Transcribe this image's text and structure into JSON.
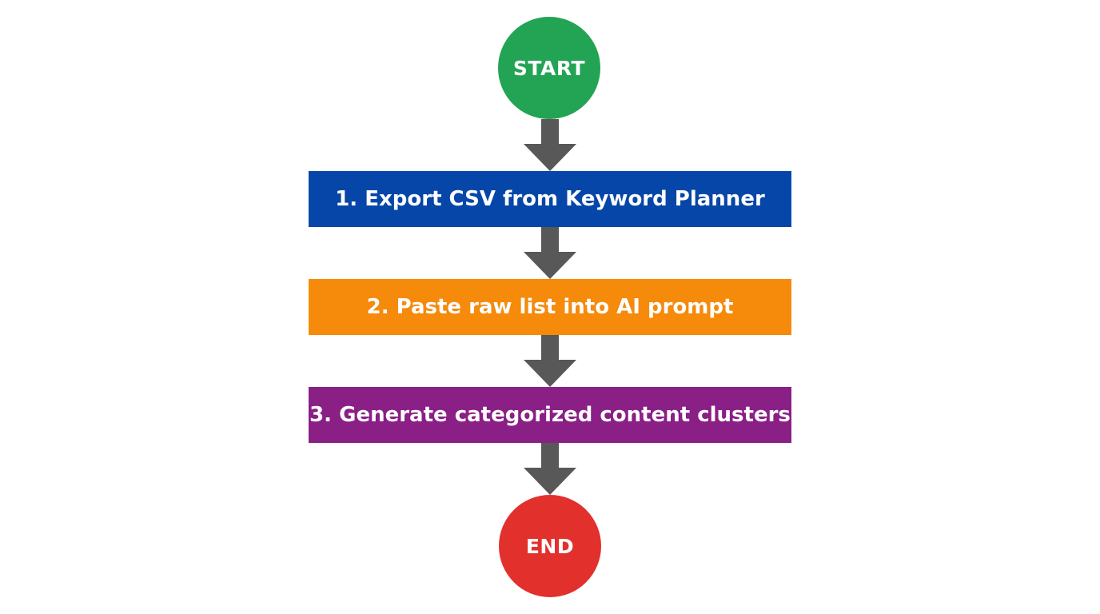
{
  "flowchart": {
    "start": {
      "label": "START",
      "color": "#23a455"
    },
    "steps": [
      {
        "label": "1. Export CSV from Keyword Planner",
        "color": "#0546a8"
      },
      {
        "label": "2. Paste raw list into AI prompt",
        "color": "#f58a0b"
      },
      {
        "label": "3. Generate categorized content clusters",
        "color": "#8a1f86"
      }
    ],
    "end": {
      "label": "END",
      "color": "#e2302d"
    },
    "arrow_color": "#585858"
  }
}
